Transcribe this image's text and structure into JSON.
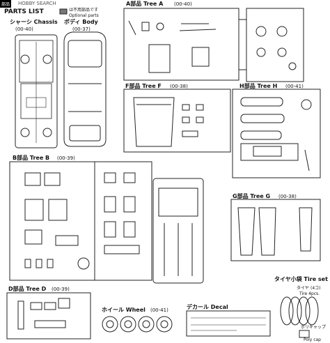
{
  "watermark": "HOBBY SEARCH",
  "header": {
    "parts_list": "PARTS LIST",
    "unused_legend_jp": "は不用部品です",
    "unused_legend_en": "Optional parts",
    "top_left_jp": "部品"
  },
  "chassis": {
    "label": "シャーシ Chassis",
    "code": "(00-40)"
  },
  "body": {
    "label": "ボディ Body",
    "code": "(00-37)"
  },
  "tree_a": {
    "label": "A部品 Tree A",
    "code": "(00-40)"
  },
  "tree_f": {
    "label": "F部品 Tree F",
    "code": "(00-38)"
  },
  "tree_h": {
    "label": "H部品 Tree H",
    "code": "(00-41)"
  },
  "tree_b": {
    "label": "B部品 Tree B",
    "code": "(00-39)"
  },
  "tree_g": {
    "label": "G部品 Tree G",
    "code": "(00-38)"
  },
  "tree_d": {
    "label": "D部品 Tree D",
    "code": "(00-39)"
  },
  "wheel": {
    "label": "ホイール Wheel",
    "code": "(00-41)"
  },
  "decal": {
    "label": "デカール Decal"
  },
  "tire_set": {
    "label": "タイヤ小袋 Tire set",
    "tire_jp": "タイヤ",
    "tire_qty_jp": "(4コ)",
    "tire_en": "Tire 4pcs.",
    "polycap_jp": "ポリキャップ",
    "polycap_en": "Poly cap"
  }
}
